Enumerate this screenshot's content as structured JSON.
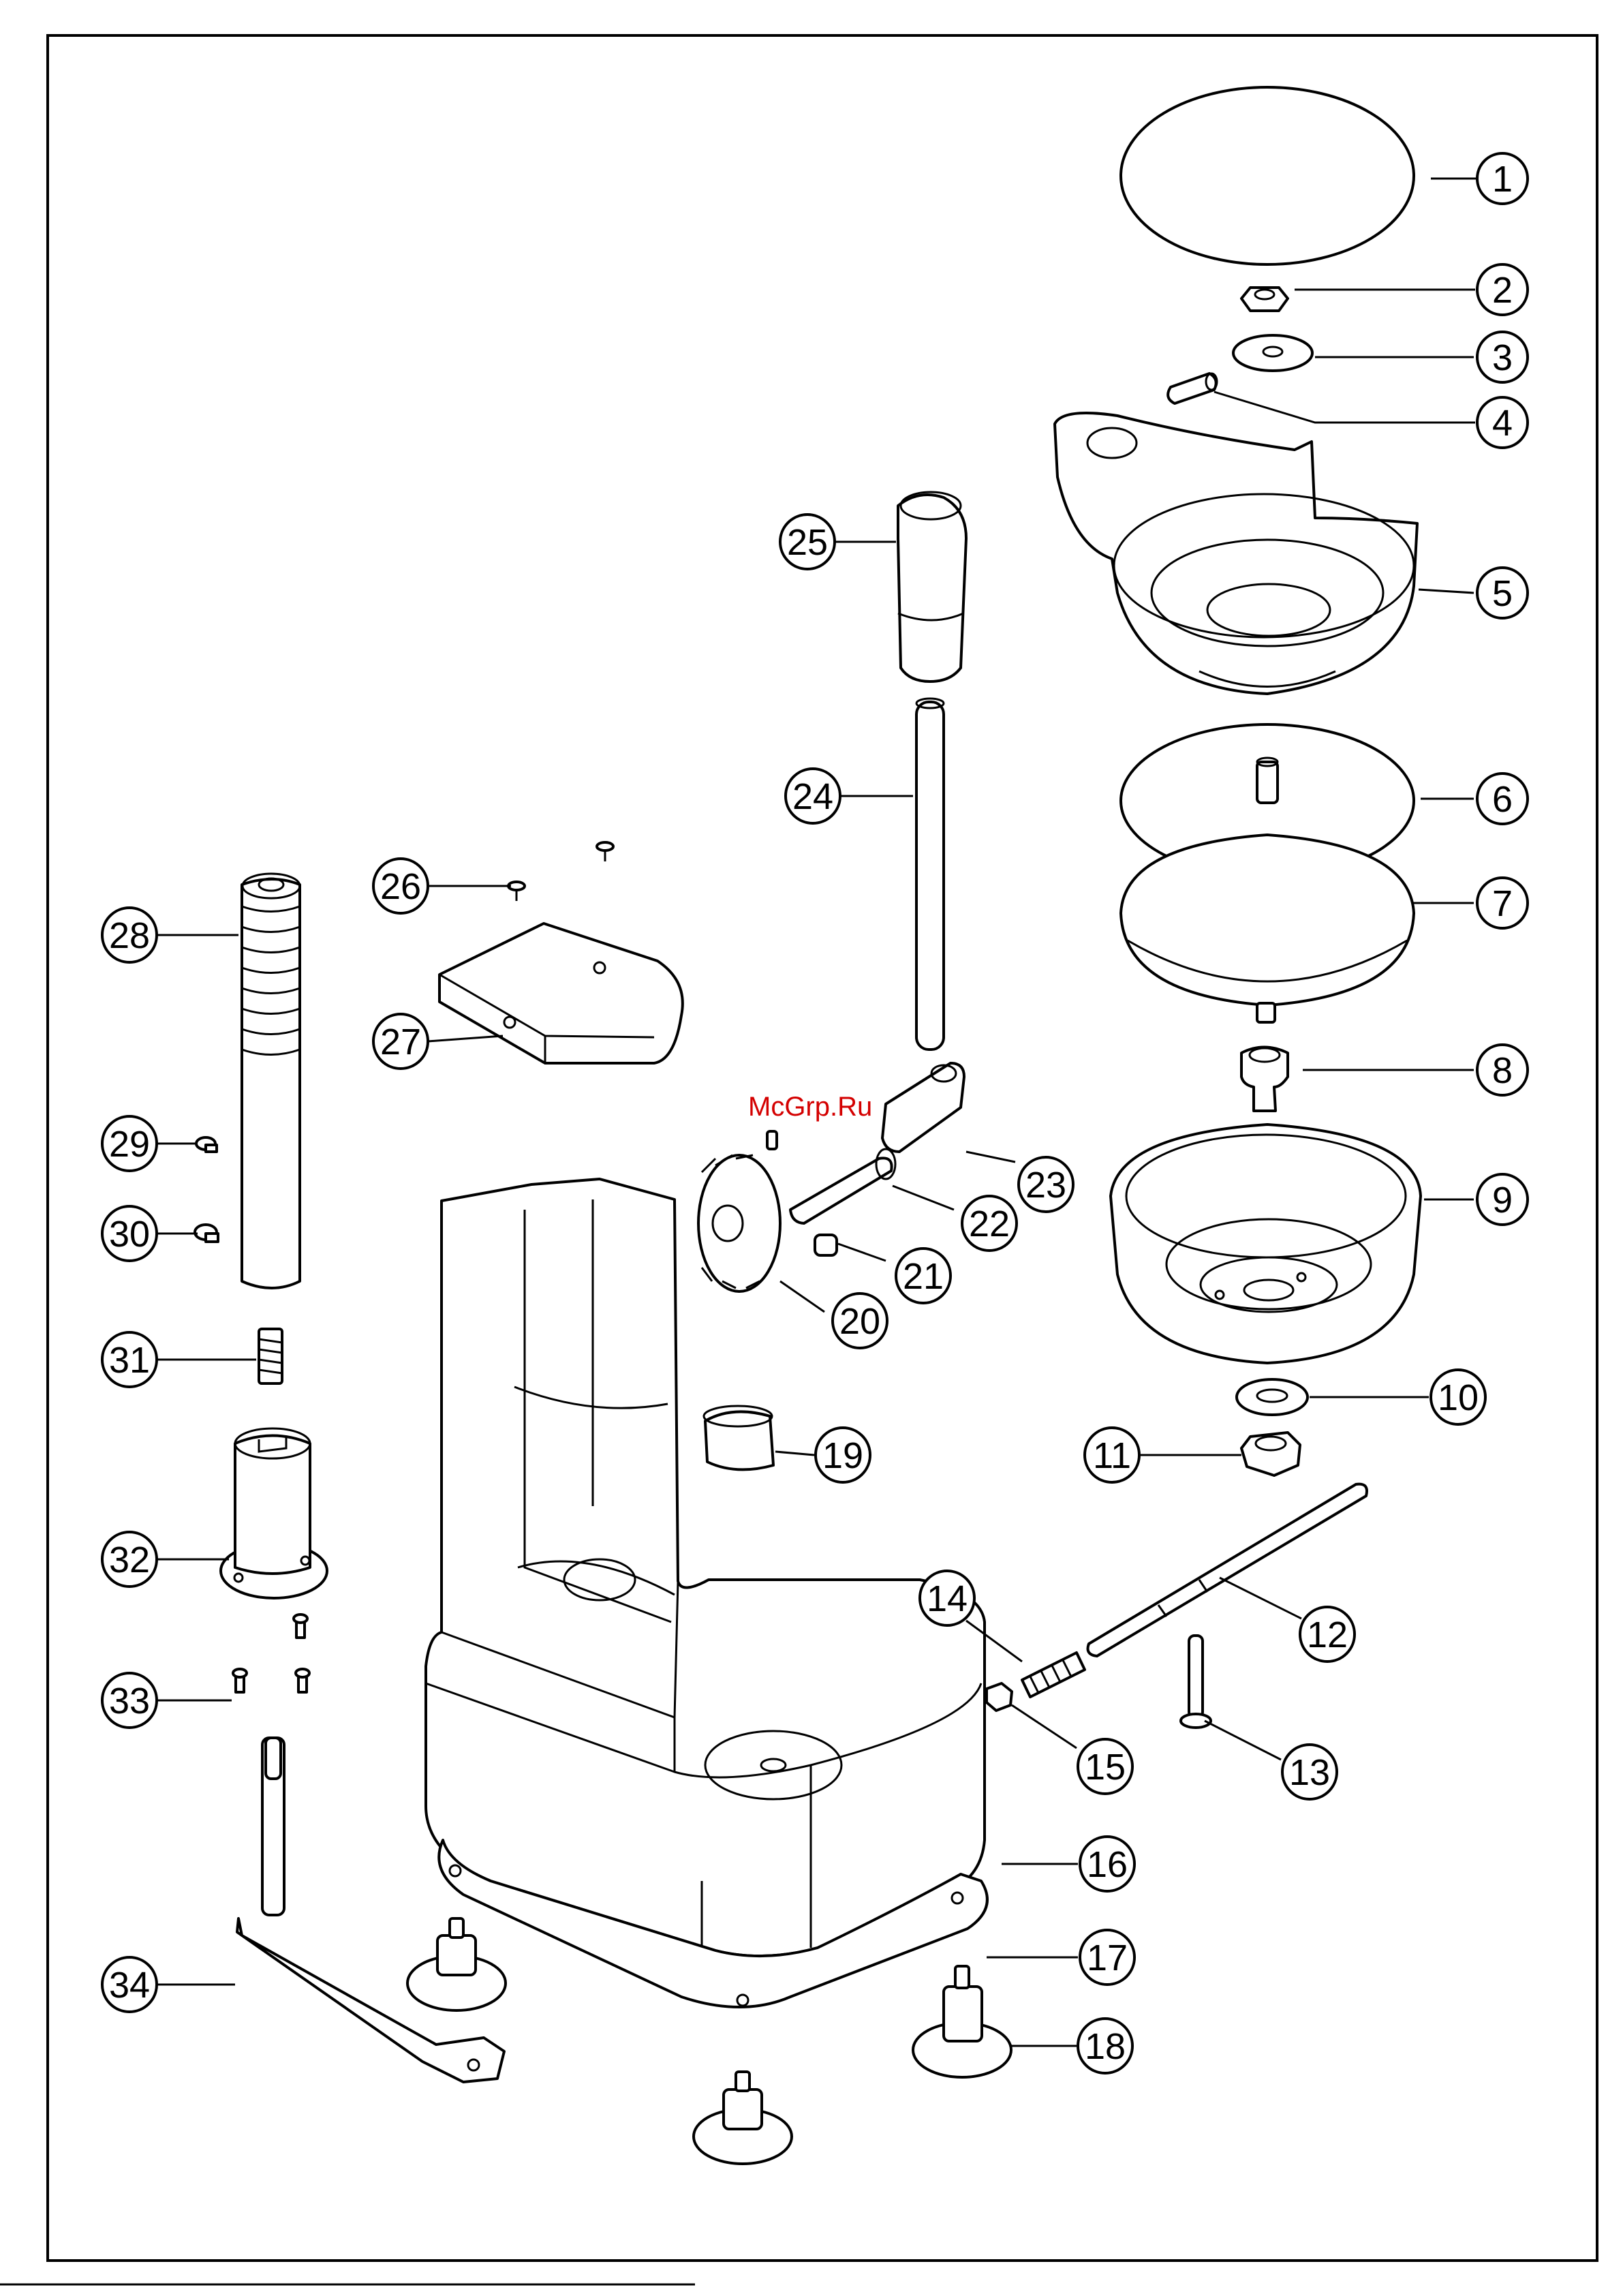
{
  "diagram": {
    "watermark": "McGrp.Ru",
    "callouts": [
      "1",
      "2",
      "3",
      "4",
      "5",
      "6",
      "7",
      "8",
      "9",
      "10",
      "11",
      "12",
      "13",
      "14",
      "15",
      "16",
      "17",
      "18",
      "19",
      "20",
      "21",
      "22",
      "23",
      "24",
      "25",
      "26",
      "27",
      "28",
      "29",
      "30",
      "31",
      "32",
      "33",
      "34"
    ]
  },
  "colors": {
    "line": "#000000",
    "paper": "#ffffff",
    "watermark": "#d40000"
  }
}
